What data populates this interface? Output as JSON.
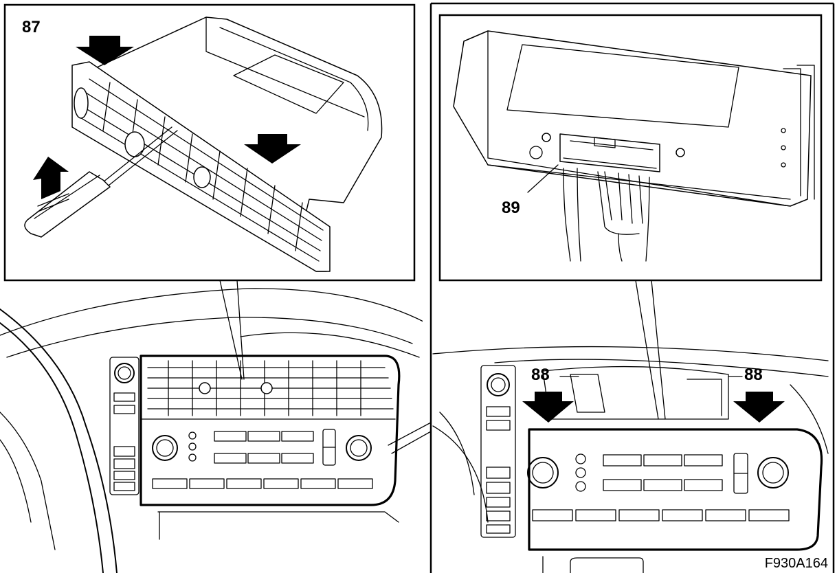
{
  "figure": {
    "callouts": {
      "step_87": "87",
      "step_88_left": "88",
      "step_88_right": "88",
      "item_89": "89"
    },
    "figure_code": "F930A164"
  }
}
